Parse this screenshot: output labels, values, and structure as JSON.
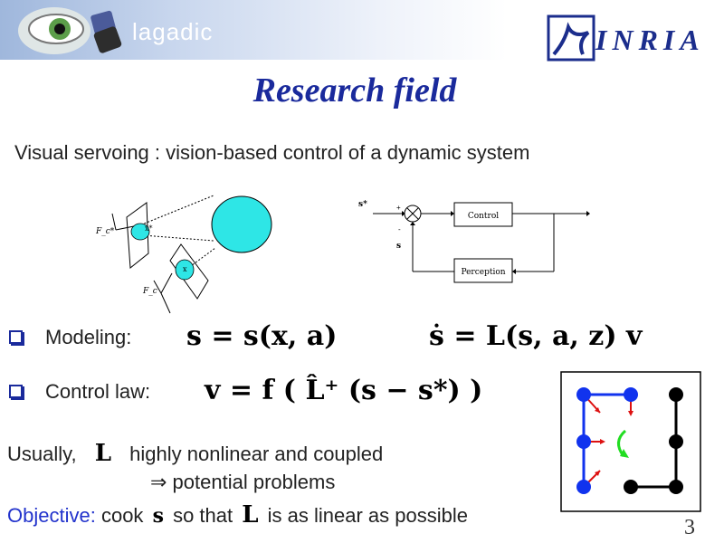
{
  "header": {
    "lab_name": "lagadic",
    "institute_name": "INRIA"
  },
  "title": "Research field",
  "subtitle": "Visual servoing : vision-based control of a dynamic system",
  "figures": {
    "camera_frames": [
      "F_c*",
      "F_c"
    ],
    "feature_labels": [
      "x*",
      "x"
    ],
    "block_diagram": {
      "input_label": "s*",
      "feedback_label": "s",
      "plus_sign": "+",
      "minus_sign": "-",
      "control_block": "Control",
      "perception_block": "Perception"
    }
  },
  "bullets": [
    {
      "label": "Modeling:",
      "equation_1": "s = s(x, a)",
      "equation_2": "ṡ = L(s, a, z) v"
    },
    {
      "label": "Control law:",
      "equation": "v = f ( L̂⁺ (s − s*) )"
    }
  ],
  "statements": {
    "usually_prefix": "Usually,",
    "usually_symbol": "L",
    "usually_suffix": "highly nonlinear and coupled",
    "implication": "⇒ potential problems",
    "objective_label": "Objective:",
    "objective_part1": "cook",
    "objective_symbol_s": "s",
    "objective_part2": "so that",
    "objective_symbol_l": "L",
    "objective_part3": "is as linear as possible"
  },
  "page_number": "3",
  "colors": {
    "title": "#1a2a9c",
    "objective": "#2233cc",
    "ellipse_fill": "#2ee6e6",
    "point_blue": "#1133ee",
    "point_black": "#000000",
    "arrow_red": "#dd1111",
    "arrow_green": "#22dd22"
  }
}
